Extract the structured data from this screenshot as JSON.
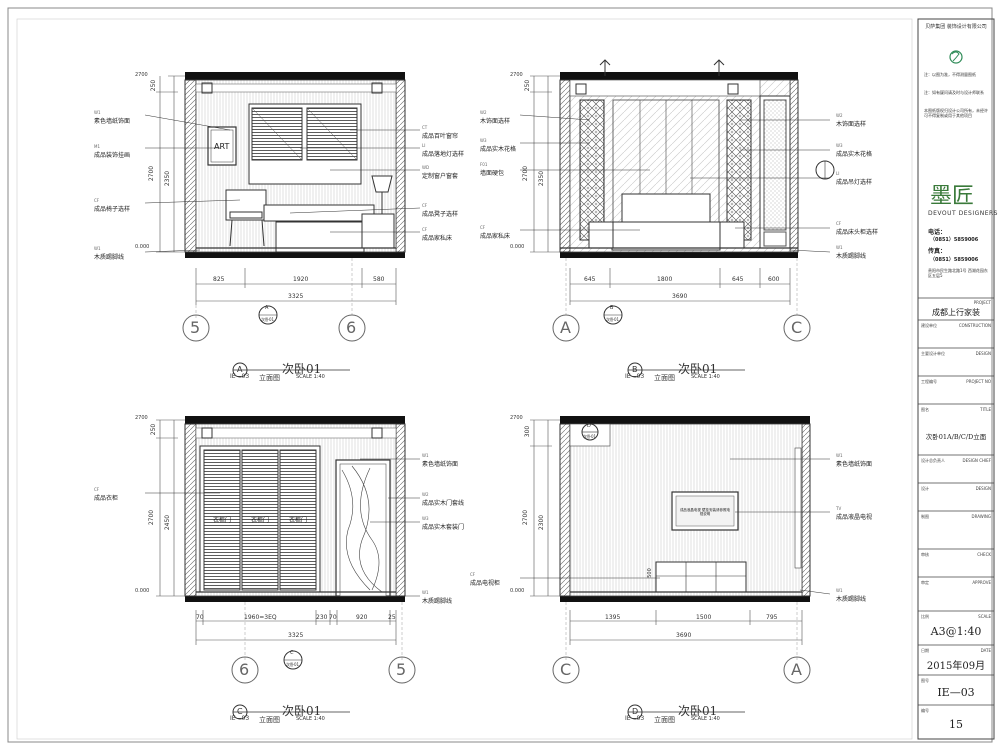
{
  "title_block": {
    "company_name": "贝萨集团 装饰设计有限公司",
    "notes_1": "注：以图为准，不得测量图纸",
    "notes_2": "注：如有疑问请及时与设计师联系",
    "notes_3": "本图纸版权归设计公司所有，未经许可不得复制或用于其他项目",
    "brand_cn": "墨匠",
    "brand_en": "DEVOUT DESIGNERS",
    "tel_label": "电话：",
    "tel": "（0851）5859006",
    "fax_label": "传真：",
    "fax": "（0851）5859006",
    "address": "贵阳市民生路北路1号 西湖花园东区五层5",
    "project_label_en": "PROJECT",
    "project_name": "成都上行家装",
    "construction_label_cn": "建设单位",
    "construction_label_en": "CONSTRUCTION",
    "design_label_cn": "主要设计单位",
    "design_label_en": "DESIGN",
    "project_no_label_cn": "工程编号",
    "project_no_label_en": "PROJECT NO",
    "title_label_cn": "图名",
    "title_label_en": "TITLE",
    "drawing_title": "次卧01A/B/C/D立面",
    "chief_label_cn": "设计总负责人",
    "chief_label_en": "DESIGN CHIEF",
    "designer_label_cn": "设计",
    "designer_label_en": "DESIGN",
    "drawing_label_cn": "制图",
    "drawing_label_en": "DRAWING",
    "check_label_cn": "审核",
    "check_label_en": "CHECK",
    "approve_label_cn": "审定",
    "approve_label_en": "APPROVE",
    "scale_label_cn": "比例",
    "scale_label_en": "SCALE",
    "scale_value": "A3@1:40",
    "date_label_cn": "日期",
    "date_label_en": "DATE",
    "date_value": "2015年09月",
    "number_label_cn": "图号",
    "number_value": "IE—03",
    "sheet_label_cn": "编号",
    "sheet_value": "15"
  },
  "views": [
    {
      "letter": "A",
      "name": "次卧01",
      "sheet_ref": "IE—03",
      "caption": "立面图",
      "scale": "SCALE  1:40",
      "notes_left": [
        {
          "code": "W1",
          "text": "素色墙纸饰面"
        },
        {
          "code": "M1",
          "text": "成品装饰挂画"
        },
        {
          "code": "CF",
          "text": "成品椅子选样"
        },
        {
          "code": "W1",
          "text": "木质踢脚线"
        }
      ],
      "notes_right": [
        {
          "code": "CT",
          "text": "成品百叶窗帘"
        },
        {
          "code": "LI",
          "text": "成品落地灯选样"
        },
        {
          "code": "WD",
          "text": "定制窗户窗套"
        },
        {
          "code": "CF",
          "text": "成品凳子选样"
        },
        {
          "code": "CF",
          "text": "成品家私床"
        }
      ],
      "art_label": "ART",
      "dims_bottom": [
        "825",
        "1920",
        "580"
      ],
      "dim_total": "3325",
      "dims_left": [
        "250",
        "2700",
        "2350"
      ],
      "level_top": "2700",
      "level_bottom": "0.000",
      "axis_left": "5",
      "axis_right": "6",
      "marker_top": "A",
      "marker_bottom": "次卧01"
    },
    {
      "letter": "B",
      "name": "次卧01",
      "sheet_ref": "IE—03",
      "caption": "立面图",
      "scale": "SCALE  1:40",
      "notes_left": [
        {
          "code": "W2",
          "text": "木饰面选样"
        },
        {
          "code": "W3",
          "text": "成品实木花格"
        },
        {
          "code": "F01",
          "text": "墙面硬包"
        },
        {
          "code": "CF",
          "text": "成品家私床"
        }
      ],
      "notes_right": [
        {
          "code": "W2",
          "text": "木饰面选样"
        },
        {
          "code": "W3",
          "text": "成品实木花格"
        },
        {
          "code": "LI",
          "text": "成品吊灯选样"
        },
        {
          "code": "CF",
          "text": "成品床头柜选样"
        },
        {
          "code": "W1",
          "text": "木质踢脚线"
        }
      ],
      "dims_bottom": [
        "645",
        "1800",
        "645",
        "600"
      ],
      "dim_total": "3690",
      "dims_left": [
        "250",
        "2700",
        "2350"
      ],
      "level_top": "2700",
      "level_bottom": "0.000",
      "axis_left": "A",
      "axis_right": "C",
      "marker_top": "B",
      "marker_bottom": "次卧01"
    },
    {
      "letter": "C",
      "name": "次卧01",
      "sheet_ref": "IE—03",
      "caption": "立面图",
      "scale": "SCALE  1:40",
      "notes_left": [
        {
          "code": "CF",
          "text": "成品衣柜"
        }
      ],
      "notes_right": [
        {
          "code": "W1",
          "text": "素色墙纸饰面"
        },
        {
          "code": "W2",
          "text": "成品实木门套线"
        },
        {
          "code": "W3",
          "text": "成品实木套装门"
        },
        {
          "code": "W1",
          "text": "木质踢脚线"
        }
      ],
      "door_labels": [
        "衣柜门",
        "衣柜门",
        "衣柜门"
      ],
      "dims_bottom": [
        "70",
        "1960=3EQ",
        "230",
        "70",
        "920",
        "25"
      ],
      "dim_total": "3325",
      "dims_left": [
        "250",
        "2700",
        "2450"
      ],
      "level_top": "2700",
      "level_bottom": "0.000",
      "axis_left": "6",
      "axis_right": "5",
      "marker_top": "C",
      "marker_bottom": "次卧01"
    },
    {
      "letter": "D",
      "name": "次卧01",
      "sheet_ref": "IE—03",
      "caption": "立面图",
      "scale": "SCALE  1:40",
      "notes_left": [
        {
          "code": "CF",
          "text": "成品电视柜"
        }
      ],
      "notes_right": [
        {
          "code": "W1",
          "text": "素色墙纸饰面"
        },
        {
          "code": "TV",
          "text": "成品液晶电视"
        },
        {
          "code": "W1",
          "text": "木质踢脚线"
        }
      ],
      "tv_text": "成品液晶电视  壁挂安装请参照电视说明",
      "dims_bottom": [
        "1395",
        "1500",
        "795"
      ],
      "dim_total": "3690",
      "dims_left": [
        "300",
        "2700",
        "2300"
      ],
      "level_top": "2700",
      "level_bottom": "0.000",
      "axis_left": "C",
      "axis_right": "A",
      "marker_top": "D",
      "marker_bottom": "次卧01",
      "side_dim": "500"
    }
  ]
}
